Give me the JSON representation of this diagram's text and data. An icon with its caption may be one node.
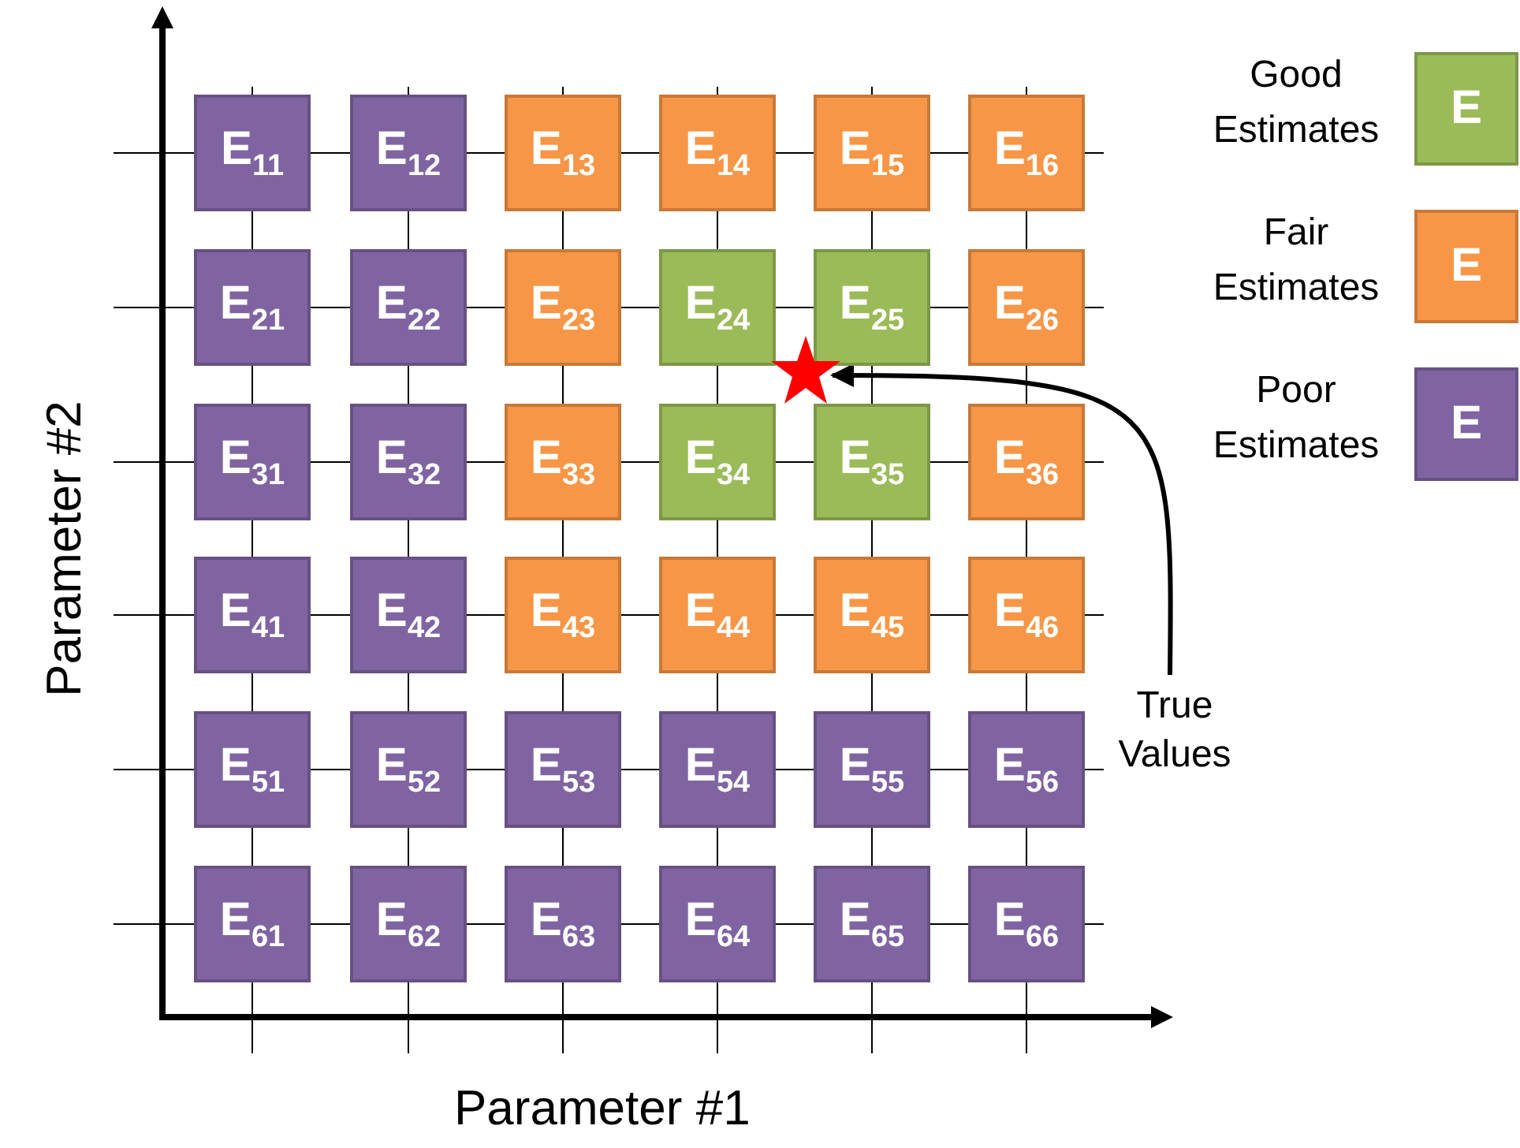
{
  "diagram": {
    "nodes": [
      {
        "text": [
          "E$_{11}$"
        ]
      },
      {
        "text": [
          "E$_{12}$"
        ]
      },
      {
        "text": [
          "E$_{13}$"
        ]
      },
      {
        "text": [
          "E$_{14}$"
        ]
      },
      {
        "text": [
          "E$_{15}$"
        ]
      },
      {
        "text": [
          "E$_{16}$"
        ]
      },
      {
        "text": [
          "E$_{21}$"
        ]
      },
      {
        "text": [
          "E$_{22}$"
        ]
      },
      {
        "text": [
          "E$_{23}$"
        ]
      },
      {
        "text": [
          "E$_{24}$"
        ]
      },
      {
        "text": [
          "E$_{25}$"
        ]
      },
      {
        "text": [
          "E$_{26}$"
        ]
      },
      {
        "text": [
          "E$_{31}$"
        ]
      },
      {
        "text": [
          "E$_{32}$"
        ]
      },
      {
        "text": [
          "E$_{33}$"
        ]
      },
      {
        "text": [
          "E$_{34}$"
        ]
      },
      {
        "text": [
          "E$_{35}$"
        ]
      },
      {
        "text": [
          "E$_{36}$"
        ]
      },
      {
        "text": [
          "E$_{41}$"
        ]
      },
      {
        "text": [
          "E$_{42}$"
        ]
      },
      {
        "text": [
          "E$_{43}$"
        ]
      },
      {
        "text": [
          "E$_{44}$"
        ]
      },
      {
        "text": [
          "E$_{45}$"
        ]
      },
      {
        "text": [
          "E$_{46}$"
        ]
      },
      {
        "text": [
          "E$_{51}$"
        ]
      },
      {
        "text": [
          "E$_{52}$"
        ]
      },
      {
        "text": [
          "E$_{53}$"
        ]
      },
      {
        "text": [
          "E$_{54}$"
        ]
      },
      {
        "text": [
          "E$_{55}$"
        ]
      },
      {
        "text": [
          "E$_{56}$"
        ]
      },
      {
        "text": [
          "E$_{61}$"
        ]
      },
      {
        "text": [
          "E$_{62}$"
        ]
      },
      {
        "text": [
          "E$_{63}$"
        ]
      },
      {
        "text": [
          "E$_{64}$"
        ]
      },
      {
        "text": [
          "E$_{65}$"
        ]
      },
      {
        "text": [
          "E$_{66}$"
        ]
      },
      {
        "text": [],
        "shape": "star"
      },
      {
        "text": [
          "True Values"
        ]
      }
    ],
    "edges": [
      {
        "from": 37,
        "to": 36,
        "arrow": "to"
      }
    ],
    "labels": [
      "E",
      "E",
      "E",
      "Parameter #2",
      "Parameter #1"
    ],
    "legend": [
      {
        "text": "Good Estimates",
        "color": "#9bbb59"
      },
      {
        "text": "Fair Estimates",
        "color": "#f79646"
      },
      {
        "text": "Poor Estimates",
        "color": "#8064a2"
      }
    ]
  }
}
